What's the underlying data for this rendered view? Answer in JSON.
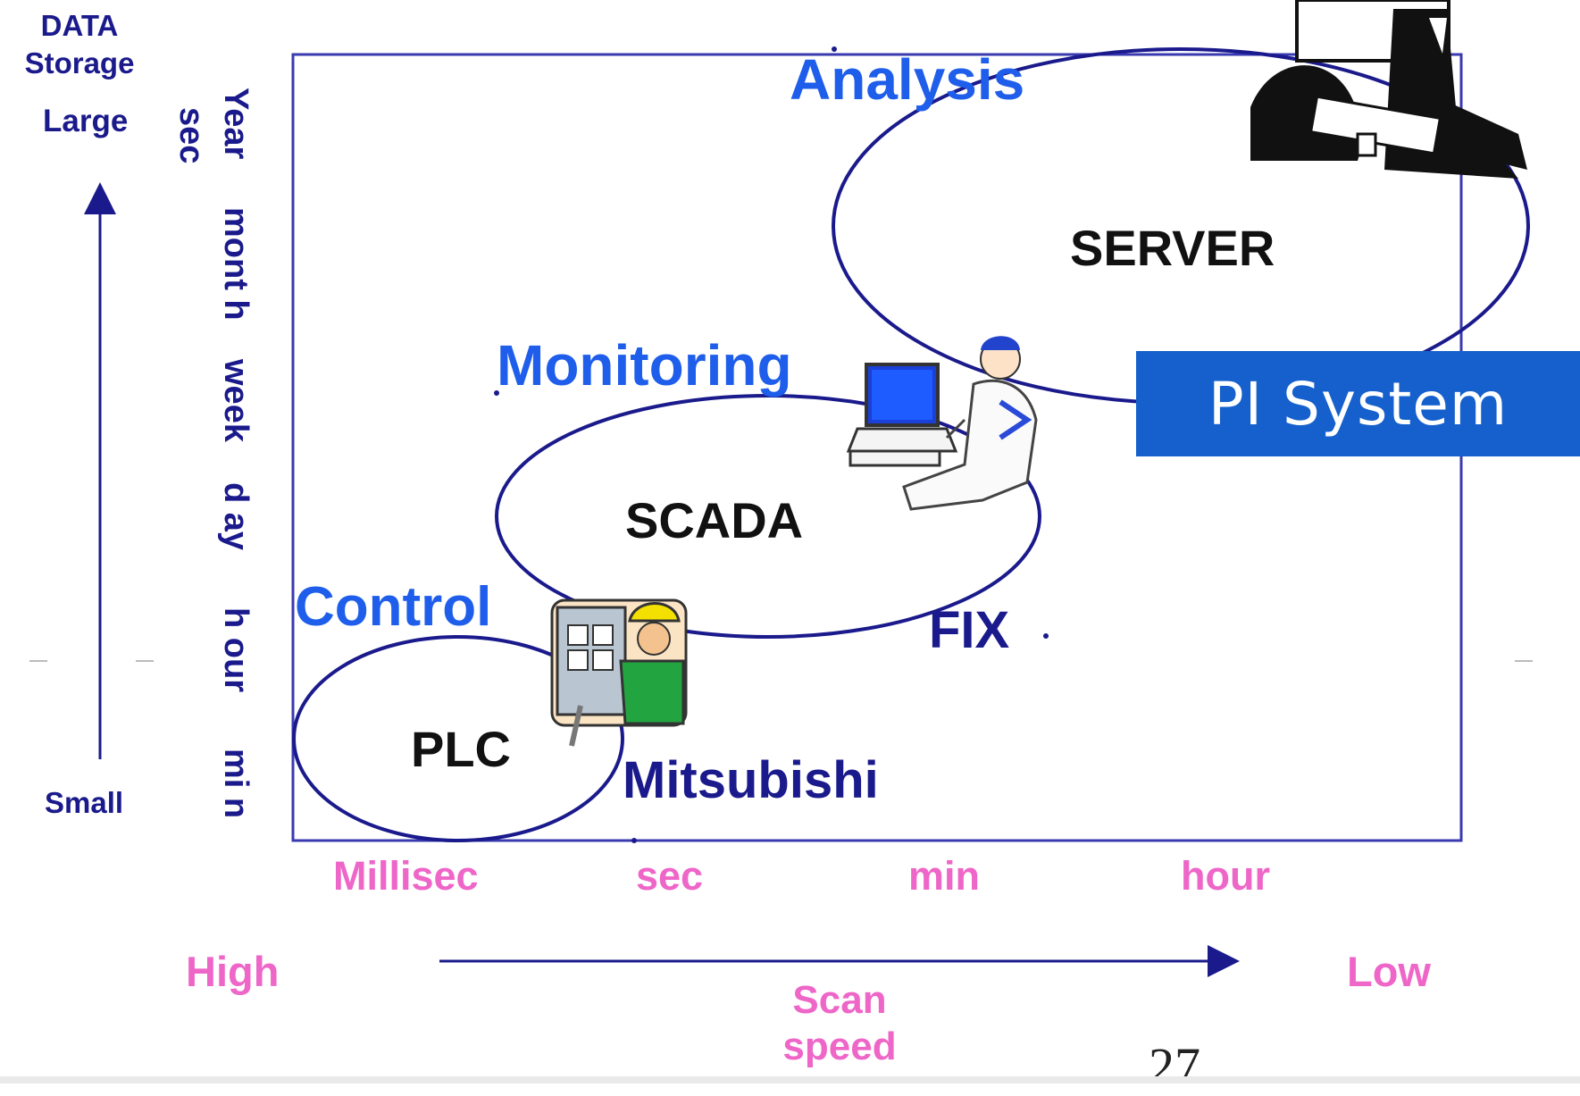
{
  "y_axis": {
    "title": "DATA\nStorage",
    "top_label": "Large",
    "bottom_label": "Small",
    "time_scale_col1": "sec",
    "time_scale_col2": [
      "Year",
      "mont h",
      "week",
      "d ay",
      "h our",
      "mi n"
    ]
  },
  "x_axis": {
    "ticks": [
      "Millisec",
      "sec",
      "min",
      "hour"
    ],
    "left_label": "High",
    "right_label": "Low",
    "title": "Scan\nspeed"
  },
  "layers": {
    "analysis": "Analysis",
    "monitoring": "Monitoring",
    "control": "Control"
  },
  "nodes": {
    "server": "SERVER",
    "scada": "SCADA",
    "plc": "PLC",
    "fix": "FIX",
    "mitsubishi": "Mitsubishi"
  },
  "callout": "PI System",
  "page_number": "27",
  "colors": {
    "navy": "#1a1a8c",
    "pink": "#ee66c8",
    "blue_label": "#1e5eea",
    "callout_bg": "#1560cc"
  },
  "icons": [
    "meeting-clipart-icon",
    "computer-operator-clipart-icon",
    "electrician-clipart-icon"
  ]
}
